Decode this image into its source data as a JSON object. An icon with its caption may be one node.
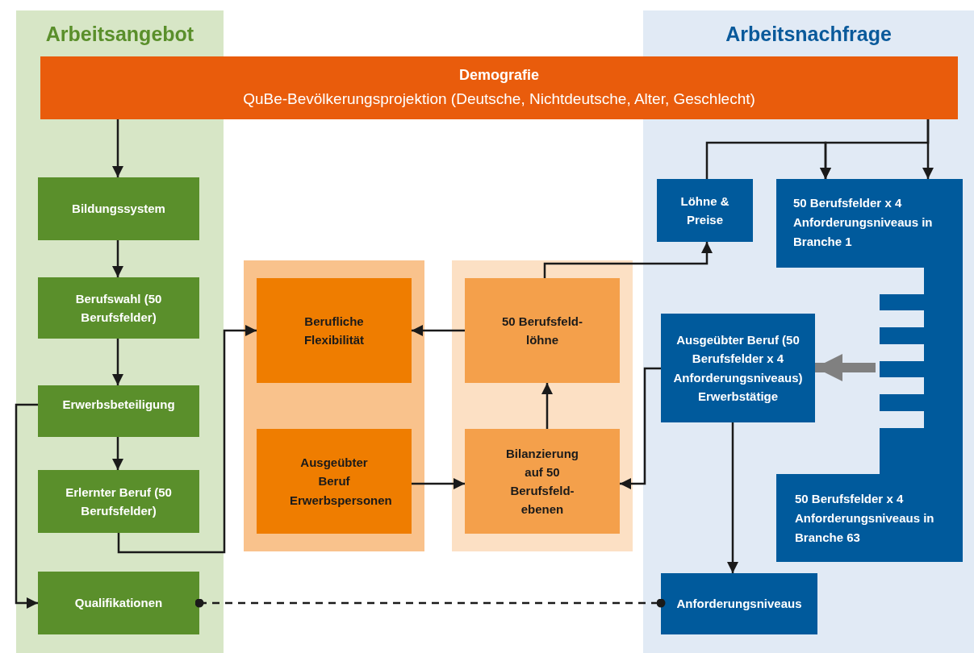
{
  "diagram": {
    "nodes": [
      {
        "text": [
          "Arbeitsangebot"
        ]
      },
      {
        "text": [
          "Arbeitsnachfrage"
        ]
      },
      {
        "text": [
          "Demografie",
          "QuBe-Bevölkerungsprojektion (Deutsche, Nichtdeutsche, Alter, Geschlecht)"
        ]
      },
      {
        "text": [
          "Bildungssystem"
        ],
        "in": 0
      },
      {
        "text": [
          "Berufswahl (50 Berufsfelder)"
        ],
        "in": 0
      },
      {
        "text": [
          "Erwerbsbeteiligung"
        ],
        "in": 0
      },
      {
        "text": [
          "Erlernter Beruf (50 Berufsfelder)"
        ],
        "in": 0
      },
      {
        "text": [
          "Qualifikationen"
        ],
        "in": 0
      },
      {
        "text": [],
        "shape": "box"
      },
      {
        "text": [
          "Berufliche Flexibilität"
        ],
        "in": 8
      },
      {
        "text": [
          "Ausgeübter Beruf Erwerbspersonen"
        ],
        "in": 8
      },
      {
        "text": [],
        "shape": "box"
      },
      {
        "text": [
          "50 Berufsfeld-löhne"
        ],
        "in": 11
      },
      {
        "text": [
          "Bilanzierung auf 50 Berufsfeld-ebenen"
        ],
        "in": 11
      },
      {
        "text": [
          "Löhne & Preise"
        ],
        "in": 1
      },
      {
        "text": [
          "50 Berufsfelder x 4 Anforderungsniveaus in Branche 1",
          "50 Berufsfelder x 4 Anforderungsniveaus in Branche 63"
        ],
        "in": 1
      },
      {
        "text": [
          "Ausgeübter Beruf (50 Berufsfelder x 4 Anforderungsniveaus) Erwerbstätige"
        ],
        "in": 1
      },
      {
        "text": [
          "Anforderungsniveaus"
        ],
        "in": 1
      }
    ],
    "edges": [
      {
        "from": 2,
        "to": 3,
        "arrow": "to"
      },
      {
        "from": 3,
        "to": 4,
        "arrow": "to"
      },
      {
        "from": 4,
        "to": 5,
        "arrow": "to"
      },
      {
        "from": 5,
        "to": 6,
        "arrow": "to"
      },
      {
        "from": 5,
        "to": 7,
        "arrow": "to"
      },
      {
        "from": 6,
        "to": 9,
        "arrow": "to"
      },
      {
        "from": 13,
        "to": 12,
        "arrow": "to"
      },
      {
        "from": 12,
        "to": 9,
        "arrow": "to"
      },
      {
        "from": 12,
        "to": 14,
        "arrow": "to"
      },
      {
        "from": 10,
        "to": 13,
        "arrow": "to"
      },
      {
        "from": 16,
        "to": 13,
        "arrow": "to"
      },
      {
        "from": 16,
        "to": 17,
        "arrow": "to"
      },
      {
        "from": 2,
        "to": 15,
        "arrow": "to"
      },
      {
        "from": 2,
        "to": 15,
        "arrow": "to"
      },
      {
        "from": 14,
        "to": 15,
        "arrow": "to"
      },
      {
        "from": 15,
        "to": 16,
        "arrow": "to",
        "style": "thick",
        "color": "#808080"
      },
      {
        "from": 7,
        "to": 17,
        "arrow": "other",
        "style": "dashed"
      }
    ]
  }
}
